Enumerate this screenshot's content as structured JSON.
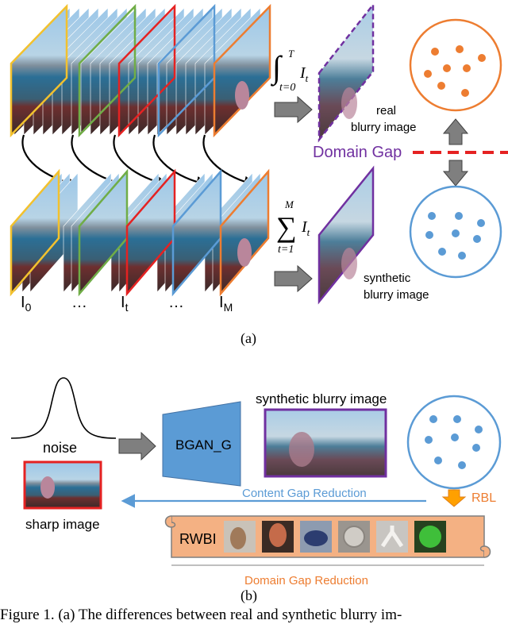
{
  "panel_a": {
    "real_label_line1": "real",
    "real_label_line2": "blurry image",
    "domain_gap": "Domain Gap",
    "synthetic_label_line1": "synthetic",
    "synthetic_label_line2": "blurry image",
    "integral_upper": "T",
    "integral_lower": "t=0",
    "integral_term": "I",
    "integral_sub": "t",
    "sum_upper": "M",
    "sum_lower": "t=1",
    "sum_term": "I",
    "sum_sub": "t",
    "frame_labels": [
      {
        "main": "I",
        "sub": "0"
      },
      {
        "main": "…",
        "sub": ""
      },
      {
        "main": "I",
        "sub": "t"
      },
      {
        "main": "…",
        "sub": ""
      },
      {
        "main": "I",
        "sub": "M"
      }
    ],
    "panel_label": "(a)"
  },
  "panel_b": {
    "noise_label": "noise",
    "generator_label": "BGAN_G",
    "synthetic_title": "synthetic blurry image",
    "sharp_label": "sharp image",
    "content_gap": "Content Gap Reduction",
    "rbl": "RBL",
    "rwbi": "RWBI",
    "domain_gap_reduction": "Domain Gap Reduction",
    "panel_label": "(b)"
  },
  "caption": "Figure 1. (a) The differences between real and synthetic blurry im-",
  "colors": {
    "orange": "#ED7D31",
    "blue": "#5B9BD5",
    "purple": "#7030A0",
    "red": "#E52222",
    "gray": "#7F7F7F",
    "frame_yellow": "#F2C12E",
    "frame_green": "#70AD47",
    "frame_red": "#E52222",
    "frame_blue": "#5B9BD5",
    "frame_orange": "#ED7D31",
    "scroll_fill": "#F4B183"
  }
}
